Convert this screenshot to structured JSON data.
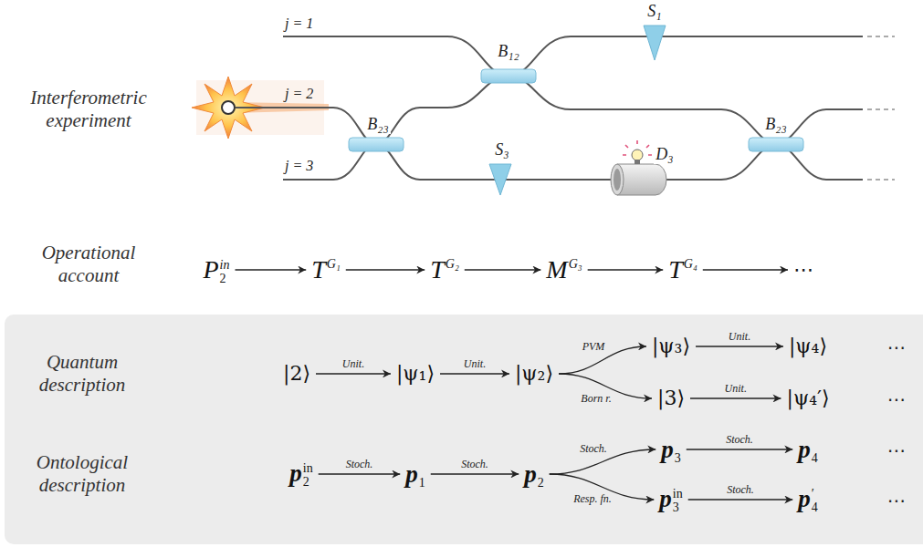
{
  "diagram": {
    "nodes": [
      {
        "text": [
          "P",
          "in",
          "2"
        ]
      },
      {
        "text": [
          "T",
          "G₁"
        ]
      },
      {
        "text": [
          "T",
          "G₂"
        ]
      },
      {
        "text": [
          "M",
          "G₃"
        ]
      },
      {
        "text": [
          "T",
          "G₄"
        ]
      },
      {
        "text": [
          "⋯"
        ]
      },
      {
        "text": [
          "|2⟩"
        ]
      },
      {
        "text": [
          "|ψ₁⟩"
        ]
      },
      {
        "text": [
          "|ψ₂⟩"
        ]
      },
      {
        "text": [
          "|ψ₃⟩"
        ]
      },
      {
        "text": [
          "|ψ₄⟩"
        ]
      },
      {
        "text": [
          "|3⟩"
        ]
      },
      {
        "text": [
          "|ψ₄′⟩"
        ]
      },
      {
        "text": [
          "p",
          "in",
          "2"
        ]
      },
      {
        "text": [
          "p",
          "1"
        ]
      },
      {
        "text": [
          "p",
          "2"
        ]
      },
      {
        "text": [
          "p",
          "3"
        ]
      },
      {
        "text": [
          "p",
          "4"
        ]
      },
      {
        "text": [
          "p",
          "in",
          "3"
        ]
      },
      {
        "text": [
          "p",
          "′",
          "4"
        ]
      }
    ],
    "edges": [
      {
        "from": 0,
        "to": 1,
        "arrow": "to"
      },
      {
        "from": 1,
        "to": 2,
        "arrow": "to"
      },
      {
        "from": 2,
        "to": 3,
        "arrow": "to"
      },
      {
        "from": 3,
        "to": 4,
        "arrow": "to"
      },
      {
        "from": 4,
        "to": 5,
        "arrow": "to"
      },
      {
        "from": 6,
        "to": 7,
        "label": "Unit.",
        "arrow": "to"
      },
      {
        "from": 7,
        "to": 8,
        "label": "Unit.",
        "arrow": "to"
      },
      {
        "from": 8,
        "to": 9,
        "label": "PVM",
        "arrow": "to"
      },
      {
        "from": 8,
        "to": 11,
        "label": "Born r.",
        "arrow": "to"
      },
      {
        "from": 9,
        "to": 10,
        "label": "Unit.",
        "arrow": "to"
      },
      {
        "from": 11,
        "to": 12,
        "label": "Unit.",
        "arrow": "to"
      },
      {
        "from": 13,
        "to": 14,
        "label": "Stoch.",
        "arrow": "to"
      },
      {
        "from": 14,
        "to": 15,
        "label": "Stoch.",
        "arrow": "to"
      },
      {
        "from": 15,
        "to": 16,
        "label": "Stoch.",
        "arrow": "to"
      },
      {
        "from": 15,
        "to": 18,
        "label": "Resp. fn.",
        "arrow": "to"
      },
      {
        "from": 16,
        "to": 17,
        "label": "Stoch.",
        "arrow": "to"
      },
      {
        "from": 18,
        "to": 19,
        "label": "Stoch.",
        "arrow": "to"
      }
    ],
    "labels": [
      "Interferometric experiment",
      "j = 1",
      "B₁₂",
      "S₁",
      "j = 2",
      "B₂₃",
      "S₃",
      "D₃",
      "B₂₃",
      "j = 3",
      "Operational account",
      "Quantum description",
      "⋯",
      "⋯",
      "Ontological description",
      "⋯",
      "⋯"
    ]
  }
}
